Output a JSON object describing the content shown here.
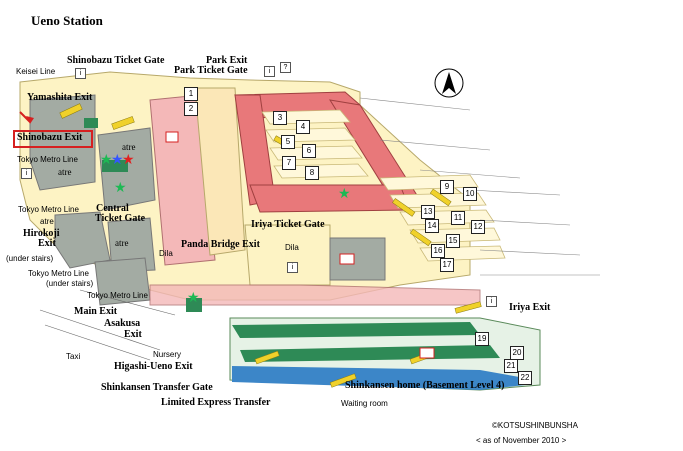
{
  "title": "Ueno Station",
  "copyright": "©KOTSUSHINBUNSHA",
  "as_of": "< as of November 2010 >",
  "labels": {
    "keisei_line": "Keisei Line",
    "shinobazu_ticket_gate": "Shinobazu Ticket Gate",
    "park_exit": "Park Exit",
    "park_ticket_gate": "Park Ticket Gate",
    "yamashita_exit": "Yamashita Exit",
    "shinobazu_exit": "Shinobazu Exit",
    "tokyo_metro_line_1": "Tokyo Metro Line",
    "atre_1": "atre",
    "atre_2": "atre",
    "atre_3": "atre",
    "atre_4": "atre",
    "tokyo_metro_line_2": "Tokyo Metro Line",
    "central_ticket_gate_1": "Central",
    "central_ticket_gate_2": "Ticket Gate",
    "hirokoji_exit_1": "Hirokoji",
    "hirokoji_exit_2": "Exit",
    "under_stairs_1": "(under stairs)",
    "tokyo_metro_line_3": "Tokyo Metro Line",
    "under_stairs_2": "(under stairs)",
    "tokyo_metro_line_4": "Tokyo Metro Line",
    "main_exit": "Main Exit",
    "asakusa_exit_1": "Asakusa",
    "asakusa_exit_2": "Exit",
    "taxi": "Taxi",
    "nursery": "Nursery",
    "higashi_ueno_exit": "Higashi-Ueno Exit",
    "shinkansen_transfer_gate": "Shinkansen Transfer Gate",
    "limited_express_transfer": "Limited Express Transfer",
    "panda_bridge_exit": "Panda Bridge Exit",
    "dila_1": "Dila",
    "dila_2": "Dila",
    "iriya_ticket_gate": "Iriya Ticket Gate",
    "iriya_exit": "Iriya Exit",
    "shinkansen_home": "Shinkansen home (Basement Level 4)",
    "waiting_room": "Waiting room"
  },
  "platforms": [
    "1",
    "2",
    "3",
    "4",
    "5",
    "6",
    "7",
    "8",
    "9",
    "10",
    "11",
    "12",
    "13",
    "14",
    "15",
    "16",
    "17",
    "19",
    "20",
    "21",
    "22"
  ],
  "colors": {
    "concourse_yellow": "#fdf3c4",
    "corridor_pink": "#f4b8b8",
    "bridge_red": "#e8787a",
    "building_gray": "#a3aba3",
    "track_green": "#2e8a56",
    "water_blue": "#3c86c8",
    "stairs_yellow": "#f0d12a",
    "highlight_red": "#d62020"
  }
}
